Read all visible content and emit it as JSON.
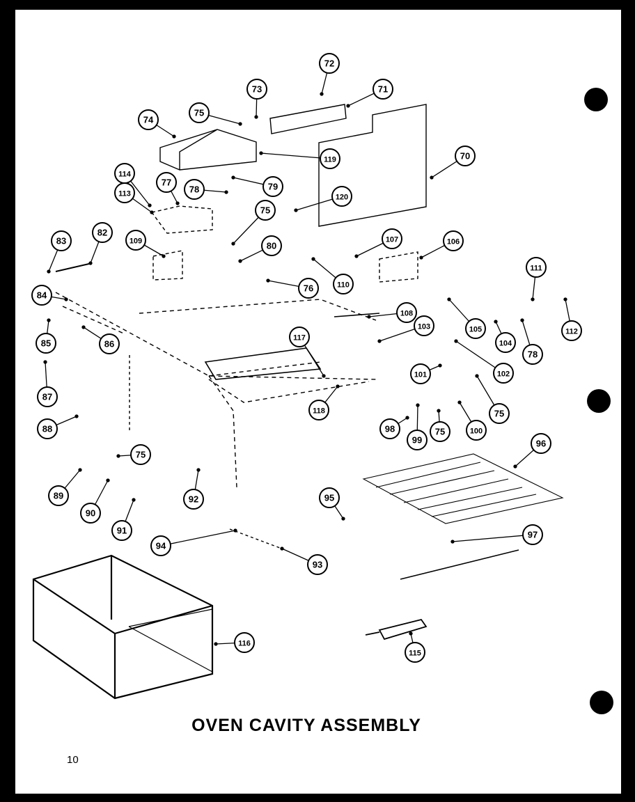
{
  "title": "OVEN CAVITY ASSEMBLY",
  "page_number": "10",
  "callouts": [
    "72",
    "73",
    "71",
    "74",
    "75",
    "119",
    "70",
    "114",
    "113",
    "77",
    "78",
    "79",
    "120",
    "75",
    "83",
    "82",
    "109",
    "80",
    "107",
    "106",
    "76",
    "110",
    "111",
    "84",
    "108",
    "103",
    "105",
    "104",
    "78",
    "112",
    "85",
    "86",
    "117",
    "102",
    "101",
    "87",
    "118",
    "75",
    "88",
    "98",
    "99",
    "75",
    "100",
    "96",
    "75",
    "89",
    "90",
    "92",
    "91",
    "95",
    "97",
    "94",
    "93",
    "116",
    "115"
  ],
  "binding_holes": 3
}
